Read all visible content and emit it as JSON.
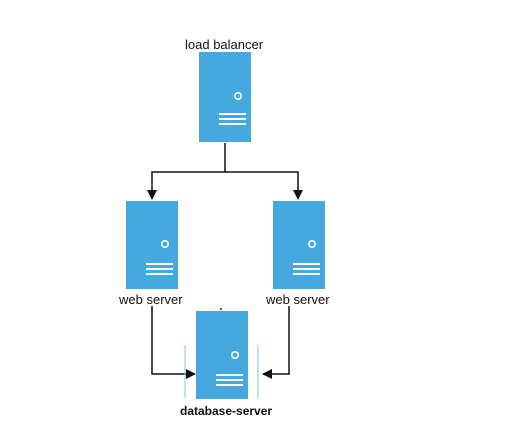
{
  "diagram": {
    "colors": {
      "server_fill": "#45a9e0",
      "server_details": "#ffffff",
      "edge": "#111111",
      "background": "#ffffff"
    },
    "nodes": [
      {
        "id": "load-balancer",
        "label": "load balancer",
        "icon": "server-icon"
      },
      {
        "id": "web-server-left",
        "label": "web server",
        "icon": "server-icon"
      },
      {
        "id": "web-server-right",
        "label": "web server",
        "icon": "server-icon"
      },
      {
        "id": "database-server",
        "label": "database-server",
        "icon": "server-icon"
      }
    ],
    "edges": [
      {
        "from": "load-balancer",
        "to": "web-server-left"
      },
      {
        "from": "load-balancer",
        "to": "web-server-right"
      },
      {
        "from": "web-server-left",
        "to": "database-server"
      },
      {
        "from": "web-server-right",
        "to": "database-server"
      }
    ]
  }
}
